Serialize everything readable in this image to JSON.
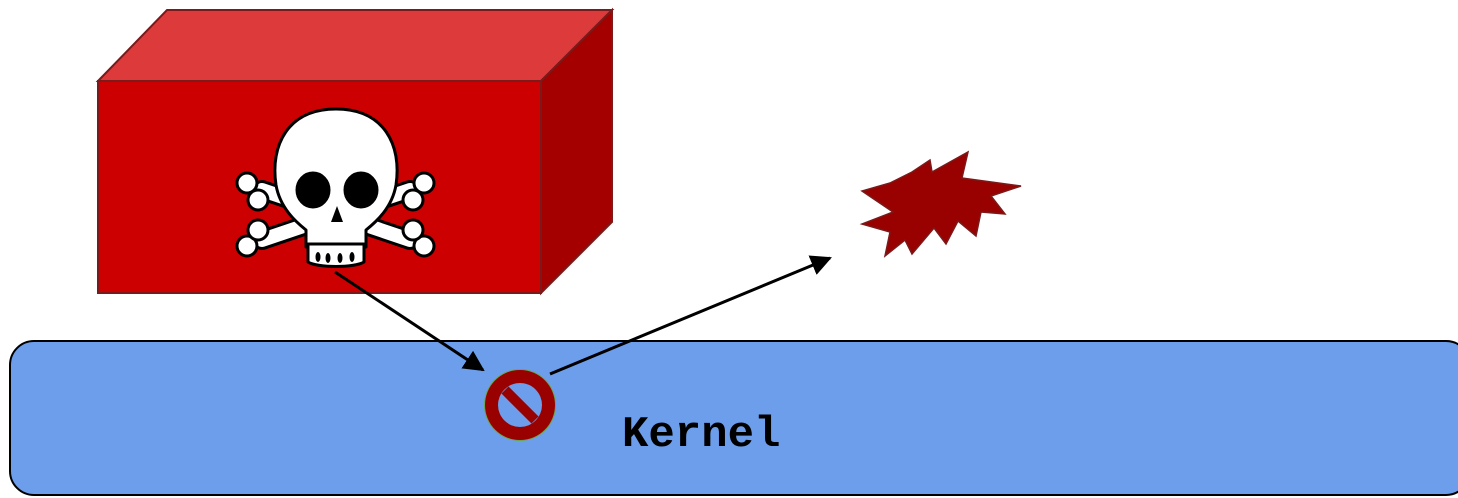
{
  "kernel": {
    "label": "Kernel",
    "fill_color": "#6d9eeb",
    "border_color": "#000000"
  },
  "malware_box": {
    "front_color": "#cc0000",
    "top_color": "#dd3b3b",
    "side_color": "#a40000",
    "edge_color": "#7a1a1a",
    "icon": "skull-and-crossbones-icon"
  },
  "blocked_symbol": {
    "icon": "prohibited-icon",
    "color": "#990000",
    "outline_color": "#6aa84f"
  },
  "explosion": {
    "icon": "explosion-burst-icon",
    "color": "#990000"
  },
  "arrows": [
    {
      "from": "malware-box",
      "to": "blocked-symbol"
    },
    {
      "from": "blocked-symbol",
      "to": "explosion"
    }
  ]
}
